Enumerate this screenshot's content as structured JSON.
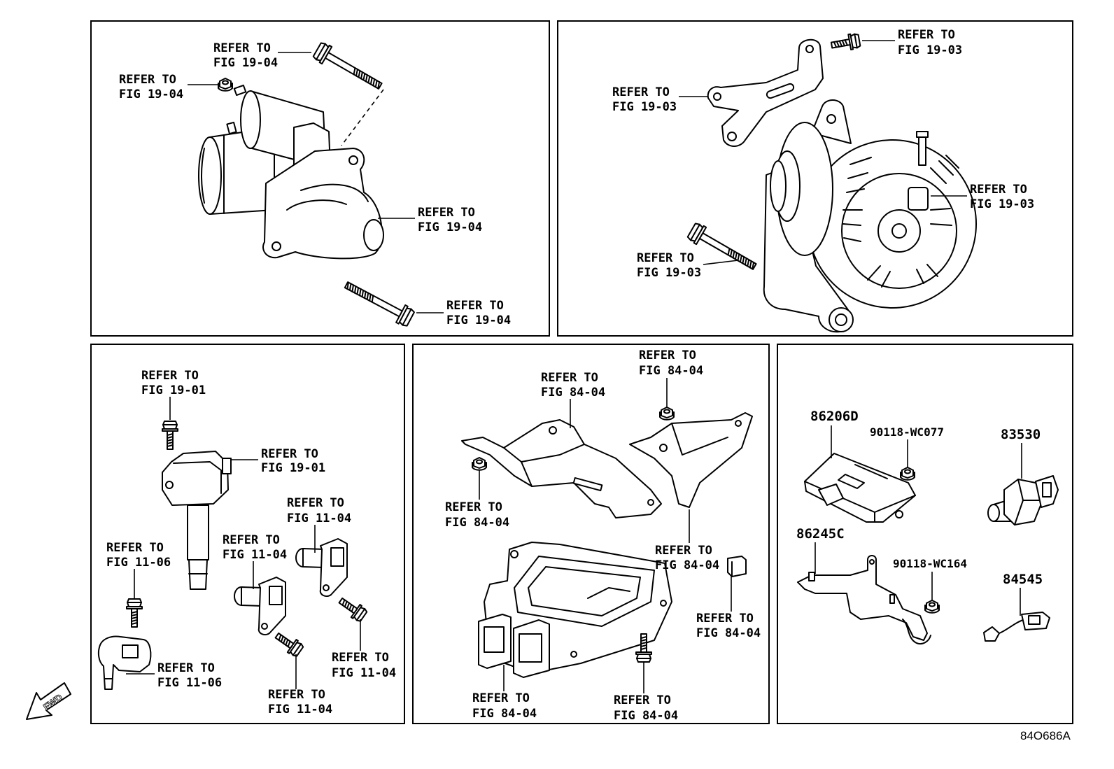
{
  "panels": [
    {
      "callouts": [
        {
          "refer": "REFER TO",
          "fig": "FIG 19-04"
        },
        {
          "refer": "REFER TO",
          "fig": "FIG 19-04"
        },
        {
          "refer": "REFER TO",
          "fig": "FIG 19-04"
        },
        {
          "refer": "REFER TO",
          "fig": "FIG 19-04"
        }
      ]
    },
    {
      "callouts": [
        {
          "refer": "REFER TO",
          "fig": "FIG 19-03"
        },
        {
          "refer": "REFER TO",
          "fig": "FIG 19-03"
        },
        {
          "refer": "REFER TO",
          "fig": "FIG 19-03"
        },
        {
          "refer": "REFER TO",
          "fig": "FIG 19-03"
        }
      ]
    },
    {
      "callouts": [
        {
          "refer": "REFER TO",
          "fig": "FIG 19-01"
        },
        {
          "refer": "REFER TO",
          "fig": "FIG 19-01"
        },
        {
          "refer": "REFER TO",
          "fig": "FIG 11-04"
        },
        {
          "refer": "REFER TO",
          "fig": "FIG 11-04"
        },
        {
          "refer": "REFER TO",
          "fig": "FIG 11-06"
        },
        {
          "refer": "REFER TO",
          "fig": "FIG 11-06"
        },
        {
          "refer": "REFER TO",
          "fig": "FIG 11-04"
        },
        {
          "refer": "REFER TO",
          "fig": "FIG 11-04"
        }
      ]
    },
    {
      "callouts": [
        {
          "refer": "REFER TO",
          "fig": "FIG 84-04"
        },
        {
          "refer": "REFER TO",
          "fig": "FIG 84-04"
        },
        {
          "refer": "REFER TO",
          "fig": "FIG 84-04"
        },
        {
          "refer": "REFER TO",
          "fig": "FIG 84-04"
        },
        {
          "refer": "REFER TO",
          "fig": "FIG 84-04"
        },
        {
          "refer": "REFER TO",
          "fig": "FIG 84-04"
        },
        {
          "refer": "REFER TO",
          "fig": "FIG 84-04"
        }
      ]
    },
    {
      "part_numbers": [
        "86206D",
        "90118-WC077",
        "83530",
        "86245C",
        "90118-WC164",
        "84545"
      ]
    }
  ],
  "fwd_label": "FWD",
  "footer_code": "84O686A"
}
